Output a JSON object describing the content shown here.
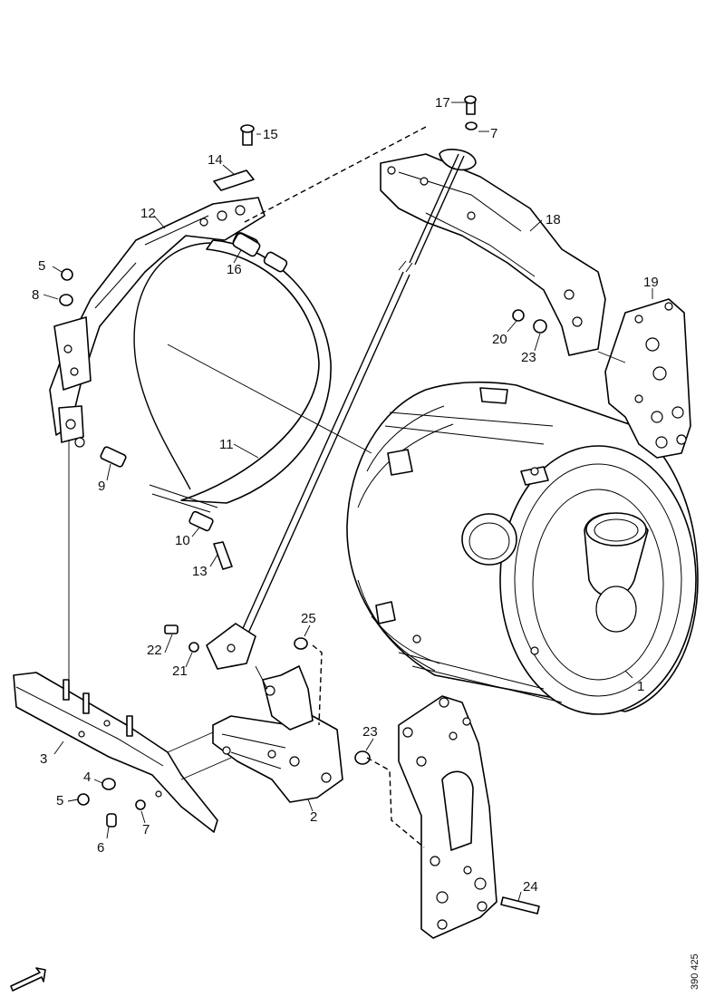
{
  "diagram": {
    "reference_number": "390 425",
    "callouts": [
      "1",
      "2",
      "3",
      "4",
      "5",
      "5",
      "6",
      "7",
      "7",
      "8",
      "9",
      "10",
      "11",
      "12",
      "13",
      "14",
      "15",
      "16",
      "17",
      "18",
      "19",
      "20",
      "21",
      "22",
      "23",
      "23",
      "24",
      "25"
    ],
    "icons": {
      "orientation": "direction-arrow-icon"
    }
  }
}
